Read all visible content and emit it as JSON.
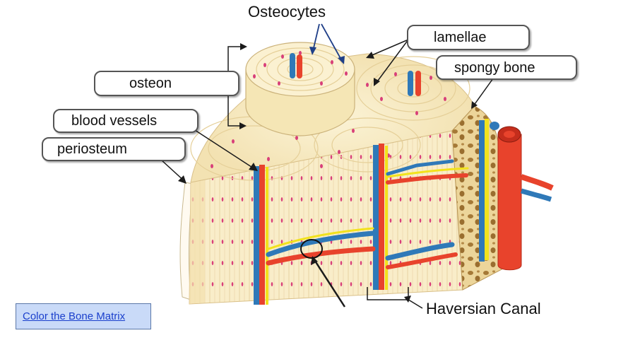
{
  "labels": {
    "osteocytes": "Osteocytes",
    "lamellae": "lamellae",
    "spongy_bone": "spongy bone",
    "osteon": "osteon",
    "blood_vessels": "blood vessels",
    "periosteum": "periosteum",
    "haversian_canal": "Haversian Canal"
  },
  "link": {
    "label": "Color the Bone Matrix"
  },
  "colors": {
    "bone_light": "#f8eec8",
    "bone_dark": "#e9cf95",
    "dot": "#d83f79",
    "artery": "#e8432c",
    "vein": "#2f79b8",
    "nerve": "#f2e21c",
    "spongy": "#a87b3c"
  }
}
